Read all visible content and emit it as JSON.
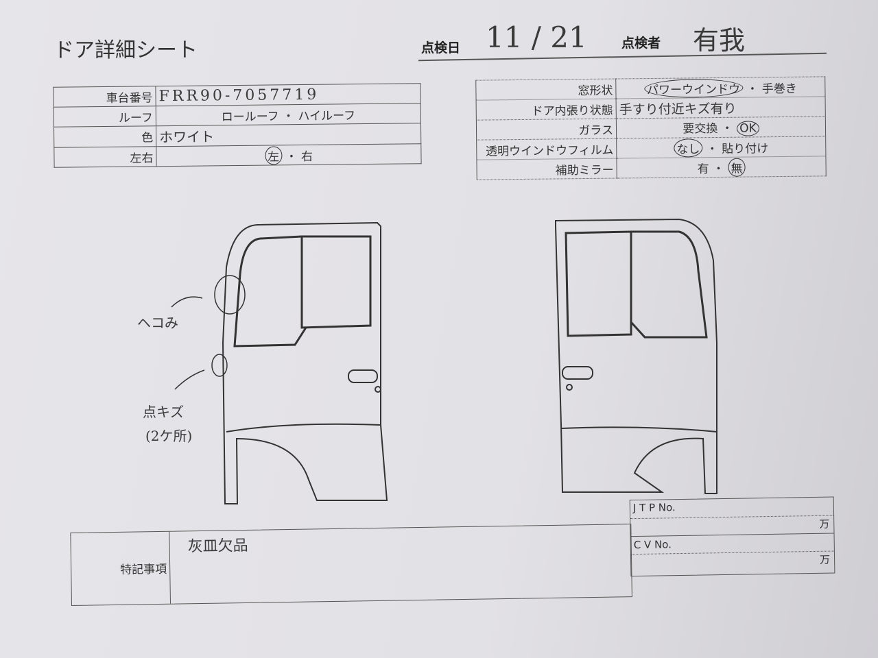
{
  "title": "ドア詳細シート",
  "header": {
    "date_label": "点検日",
    "date_value": "11 / 21",
    "inspector_label": "点検者",
    "inspector_value": "有我"
  },
  "left_table": [
    {
      "label": "車台番号",
      "value": "FRR90-7057719"
    },
    {
      "label": "ルーフ",
      "value": "ロールーフ ・ ハイルーフ",
      "selected": "ロールーフ"
    },
    {
      "label": "色",
      "value": "ホワイト"
    },
    {
      "label": "左右",
      "opt1": "左",
      "sep": "・",
      "opt2": "右",
      "selected": "左"
    }
  ],
  "right_table": [
    {
      "label": "窓形状",
      "opt1": "パワーウインドウ",
      "sep": "・",
      "opt2": "手巻き",
      "selected": "パワーウインドウ"
    },
    {
      "label": "ドア内張り状態",
      "value": "手すり付近キズ有り"
    },
    {
      "label": "ガラス",
      "opt1": "要交換",
      "sep": "・",
      "opt2": "OK",
      "selected": "OK"
    },
    {
      "label": "透明ウインドウフィルム",
      "opt1": "なし",
      "sep": "・",
      "opt2": "貼り付け",
      "selected": "なし"
    },
    {
      "label": "補助ミラー",
      "opt1": "有",
      "sep": "・",
      "opt2": "無",
      "selected": "無"
    }
  ],
  "annotations": {
    "dent": "ヘコみ",
    "scratch": "点キズ",
    "scratch_count": "(2ケ所)"
  },
  "remarks": {
    "label": "特記事項",
    "value": "灰皿欠品"
  },
  "numbers": {
    "jtp_label": "J T P No.",
    "jtp_unit": "万",
    "cv_label": "C V No.",
    "cv_unit": "万"
  }
}
